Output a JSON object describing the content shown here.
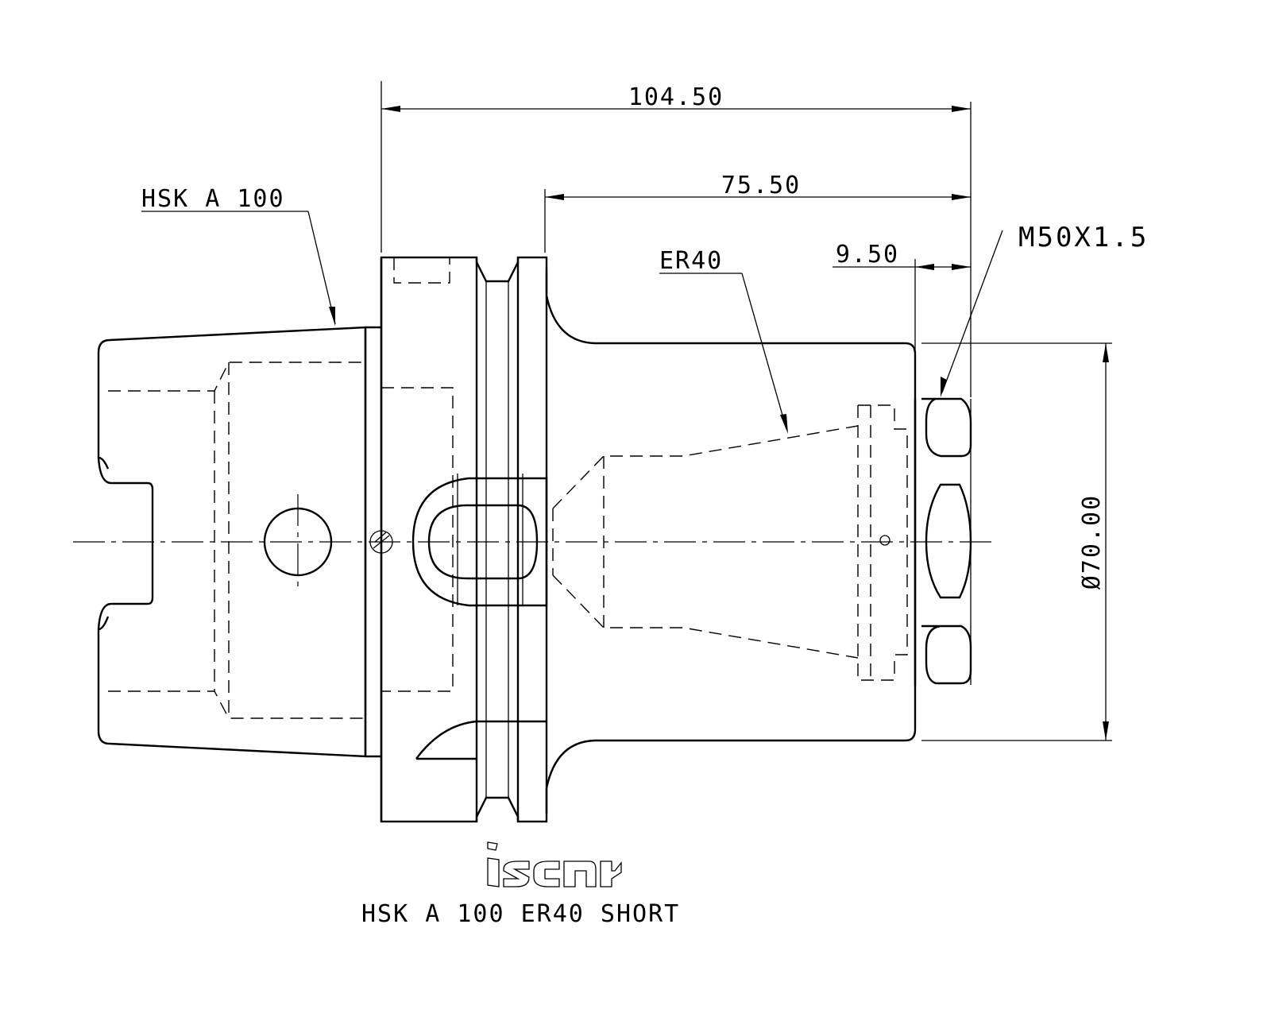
{
  "dimensions": {
    "overall_length": "104.50",
    "body_length": "75.50",
    "thread_length": "9.50",
    "diameter": "Ø70.00"
  },
  "callouts": {
    "shank": "HSK A 100",
    "collet": "ER40",
    "thread": "M50X1.5"
  },
  "logo": {
    "text": "iscar"
  },
  "title": "HSK A 100 ER40 SHORT"
}
